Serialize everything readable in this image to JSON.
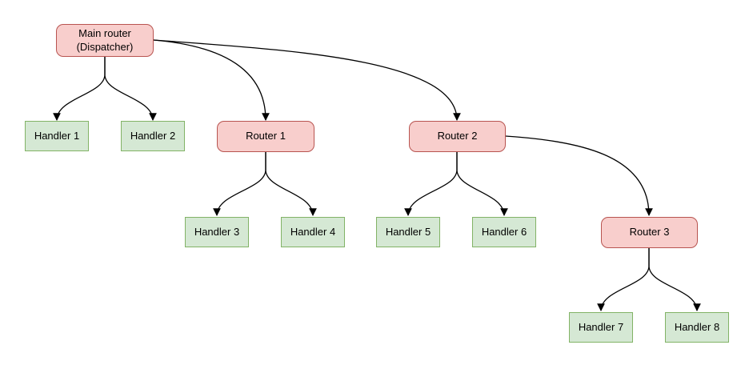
{
  "diagram": {
    "type": "flow-diagram",
    "colors": {
      "background": "#ffffff",
      "router_fill": "#f8cecc",
      "router_border": "#b85450",
      "handler_fill": "#d5e8d4",
      "handler_border": "#82b366",
      "edge_stroke": "#000000",
      "text": "#000000"
    },
    "nodes": {
      "main_router": {
        "line1": "Main router",
        "line2": "(Dispatcher)",
        "type": "router"
      },
      "handler1": {
        "label": "Handler 1",
        "type": "handler"
      },
      "handler2": {
        "label": "Handler 2",
        "type": "handler"
      },
      "router1": {
        "label": "Router 1",
        "type": "router"
      },
      "router2": {
        "label": "Router 2",
        "type": "router"
      },
      "handler3": {
        "label": "Handler 3",
        "type": "handler"
      },
      "handler4": {
        "label": "Handler 4",
        "type": "handler"
      },
      "handler5": {
        "label": "Handler 5",
        "type": "handler"
      },
      "handler6": {
        "label": "Handler 6",
        "type": "handler"
      },
      "router3": {
        "label": "Router 3",
        "type": "router"
      },
      "handler7": {
        "label": "Handler 7",
        "type": "handler"
      },
      "handler8": {
        "label": "Handler 8",
        "type": "handler"
      }
    },
    "edges": [
      {
        "from": "main_router",
        "to": "handler1"
      },
      {
        "from": "main_router",
        "to": "handler2"
      },
      {
        "from": "main_router",
        "to": "router1"
      },
      {
        "from": "main_router",
        "to": "router2"
      },
      {
        "from": "router1",
        "to": "handler3"
      },
      {
        "from": "router1",
        "to": "handler4"
      },
      {
        "from": "router2",
        "to": "handler5"
      },
      {
        "from": "router2",
        "to": "handler6"
      },
      {
        "from": "router2",
        "to": "router3"
      },
      {
        "from": "router3",
        "to": "handler7"
      },
      {
        "from": "router3",
        "to": "handler8"
      }
    ]
  }
}
